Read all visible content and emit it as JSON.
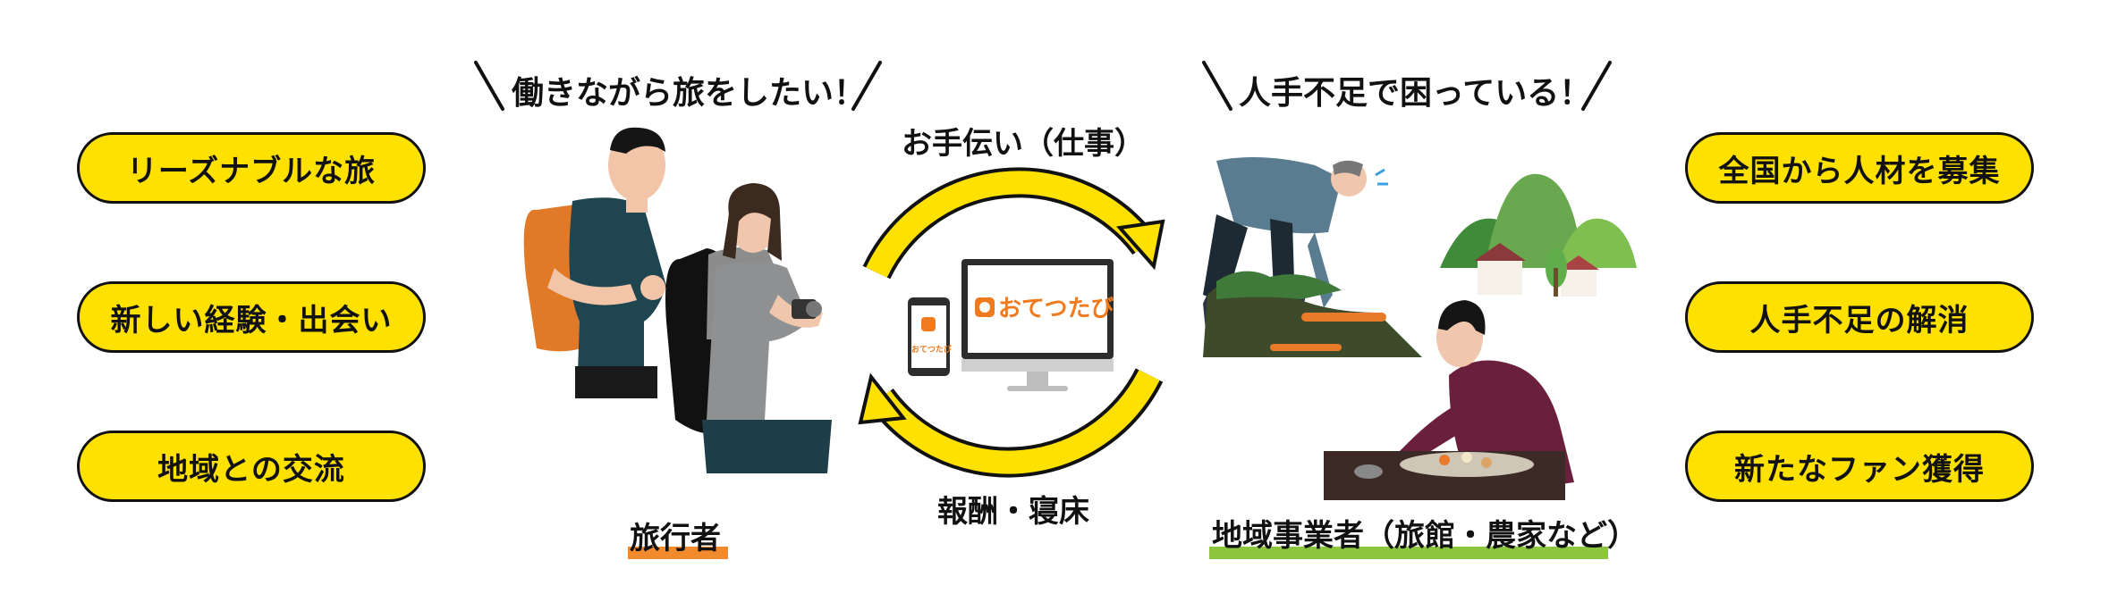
{
  "left_benefits": [
    "リーズナブルな旅",
    "新しい経験・出会い",
    "地域との交流"
  ],
  "right_benefits": [
    "全国から人材を募集",
    "人手不足の解消",
    "新たなファン獲得"
  ],
  "traveler_quote": "働きながら旅をしたい！",
  "business_quote": "人手不足で困っている！",
  "help_label": "お手伝い（仕事）",
  "reward_label": "報酬・寝床",
  "traveler_label": "旅行者",
  "business_label": "地域事業者（旅館・農家など）",
  "brand": {
    "name": "おてつたび",
    "small_name": "おてつたび",
    "color": "#f07a1e"
  },
  "colors": {
    "pill": "#ffe100",
    "arrow": "#ffe100",
    "traveler_underline": "#f28a2e",
    "business_underline": "#8cc63f"
  }
}
